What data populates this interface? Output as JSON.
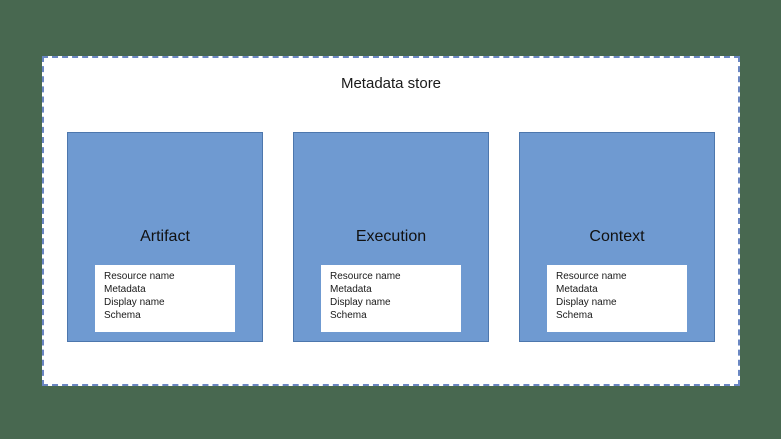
{
  "diagram": {
    "title": "Metadata store",
    "entities": [
      {
        "name": "Artifact",
        "fields": [
          "Resource name",
          "Metadata",
          "Display name",
          "Schema"
        ]
      },
      {
        "name": "Execution",
        "fields": [
          "Resource name",
          "Metadata",
          "Display name",
          "Schema"
        ]
      },
      {
        "name": "Context",
        "fields": [
          "Resource name",
          "Metadata",
          "Display name",
          "Schema"
        ]
      }
    ],
    "colors": {
      "page_background": "#486850",
      "diagram_background": "#ffffff",
      "dashed_border": "#6a86c2",
      "entity_fill": "#6f9ad1",
      "entity_border": "#4d77ad",
      "field_box_background": "#ffffff",
      "text": "#1a1a1a"
    }
  }
}
